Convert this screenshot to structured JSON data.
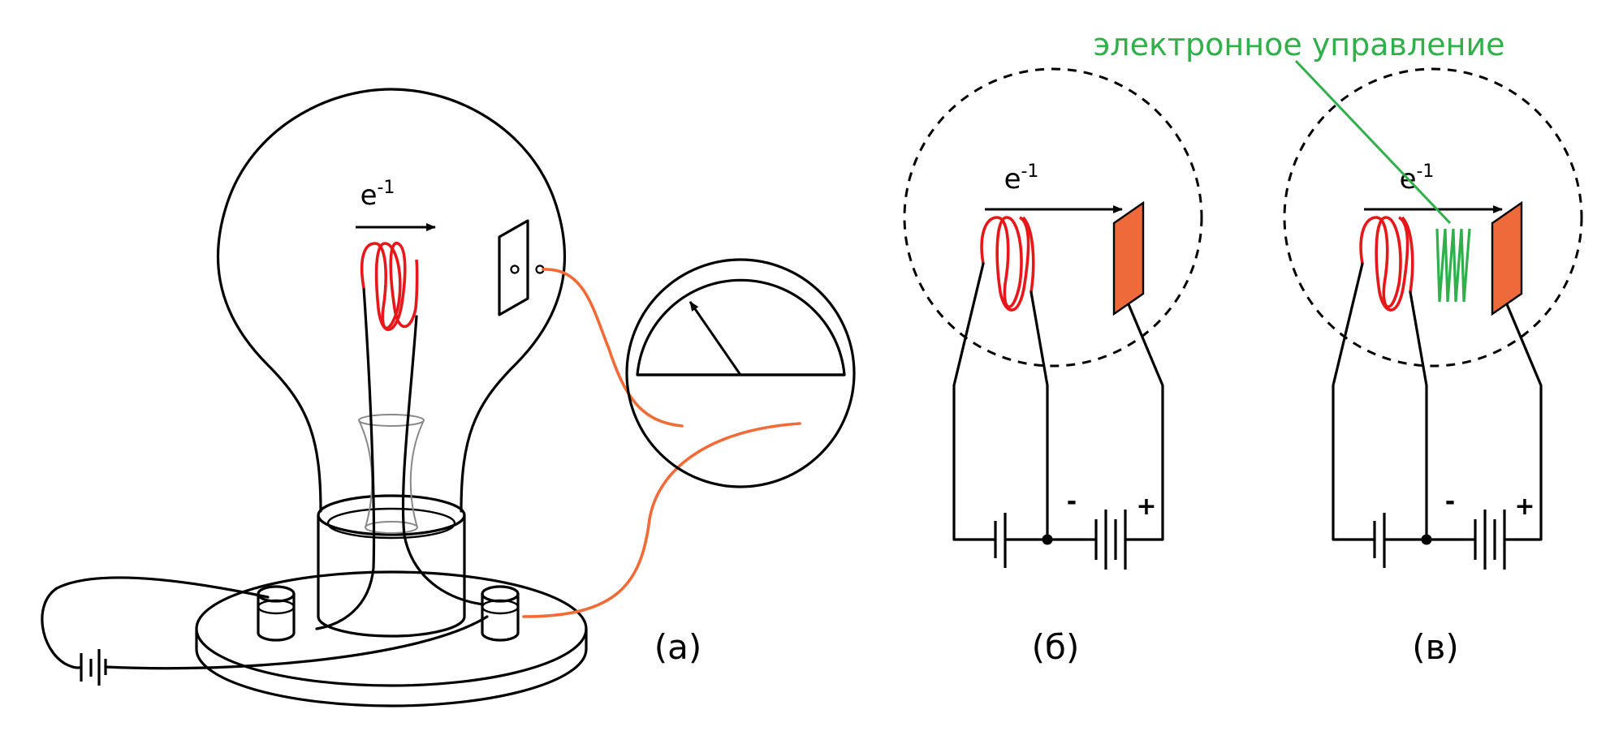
{
  "figure": {
    "panel_a": {
      "label": "(a)",
      "electron": "e",
      "electron_sup": "-1"
    },
    "panel_b": {
      "label": "(б)",
      "electron": "e",
      "electron_sup": "-1",
      "minus": "-",
      "plus": "+"
    },
    "panel_c": {
      "label": "(в)",
      "electron": "e",
      "electron_sup": "-1",
      "minus": "-",
      "plus": "+"
    },
    "annotation": "электронное управление"
  },
  "colors": {
    "filament": "#e8181a",
    "plate": "#ee6a3a",
    "control_grid": "#2fb04a",
    "meter_wire": "#f26a35"
  }
}
